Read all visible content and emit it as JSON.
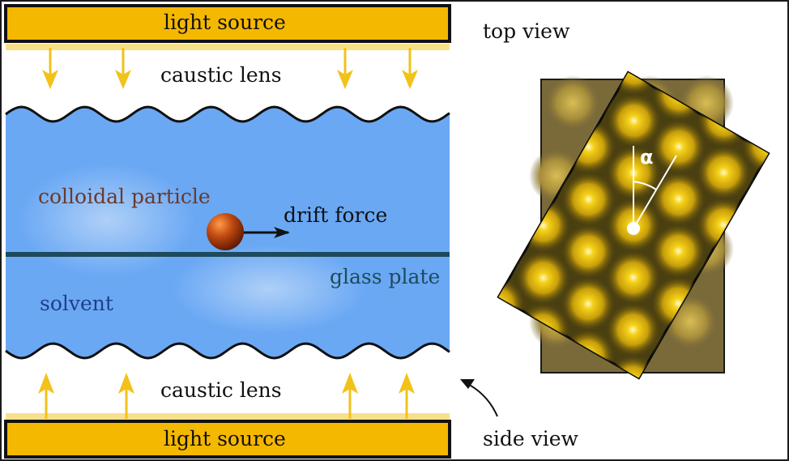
{
  "side_view": {
    "top_source_label": "light source",
    "bottom_source_label": "light source",
    "top_lens_label": "caustic lens",
    "bottom_lens_label": "caustic lens",
    "particle_label": "colloidal particle",
    "force_label": "drift force",
    "plate_label": "glass plate",
    "solvent_label": "solvent",
    "caption": "side view"
  },
  "top_view": {
    "caption": "top view",
    "angle_symbol": "α"
  },
  "colors": {
    "light_source": "#f5b800",
    "light_source_border": "#111111",
    "arrow": "#f2c21a",
    "solvent": "#6aa8f4",
    "solvent_highlight": "#a9ccf7",
    "glass_plate": "#1e4a5c",
    "particle": "#c04a10",
    "particle_dark": "#6a1e05",
    "force_arrow": "#111111",
    "particle_label": "#6b3a2a",
    "plate_label": "#1e4a5c",
    "solvent_label": "#1f3f8a",
    "lattice_back": "#7a6a3a",
    "lattice_front": "#4a3f10",
    "lattice_spot": "#f0c400",
    "lattice_spot_center": "#fff6b0"
  }
}
